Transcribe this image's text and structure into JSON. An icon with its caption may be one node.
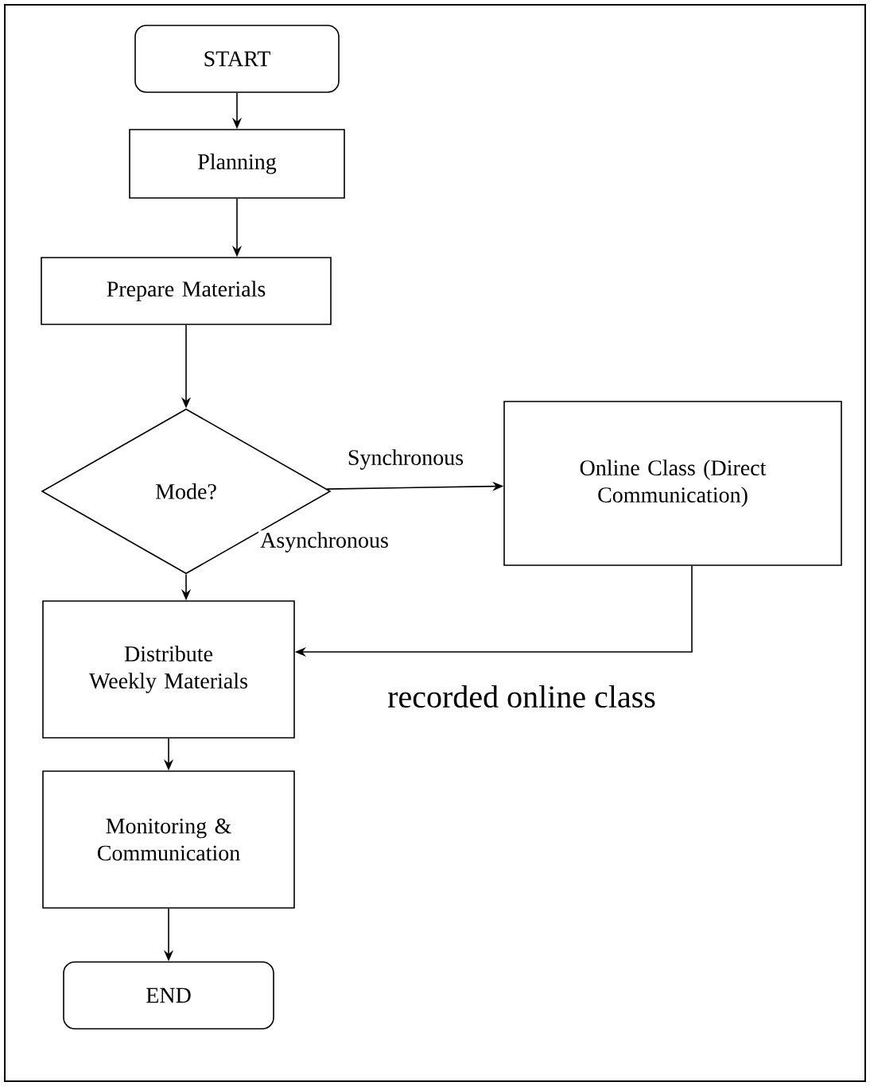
{
  "diagram": {
    "nodes": [
      {
        "text": [
          "START"
        ]
      },
      {
        "text": [
          "Planning"
        ]
      },
      {
        "text": [
          "Prepare Materials"
        ]
      },
      {
        "text": [
          "Mode?"
        ]
      },
      {
        "text": [
          "Online Class (Direct Communication)"
        ]
      },
      {
        "text": [
          "Distribute Weekly Materials"
        ]
      },
      {
        "text": [
          "Monitoring & Communication"
        ]
      },
      {
        "text": [
          "END"
        ]
      }
    ],
    "edges": [
      {
        "from": 0,
        "to": 1,
        "arrow": "to"
      },
      {
        "from": 1,
        "to": 2,
        "arrow": "to"
      },
      {
        "from": 2,
        "to": 3,
        "arrow": "to"
      },
      {
        "from": 3,
        "to": 4,
        "arrow": "to",
        "label": "Synchronous"
      },
      {
        "from": 3,
        "to": 5,
        "arrow": "to",
        "label": "Asynchronous"
      },
      {
        "from": 4,
        "to": 5,
        "arrow": "to",
        "label": "recorded online class"
      },
      {
        "from": 5,
        "to": 6,
        "arrow": "to"
      },
      {
        "from": 6,
        "to": 7,
        "arrow": "to"
      }
    ]
  }
}
